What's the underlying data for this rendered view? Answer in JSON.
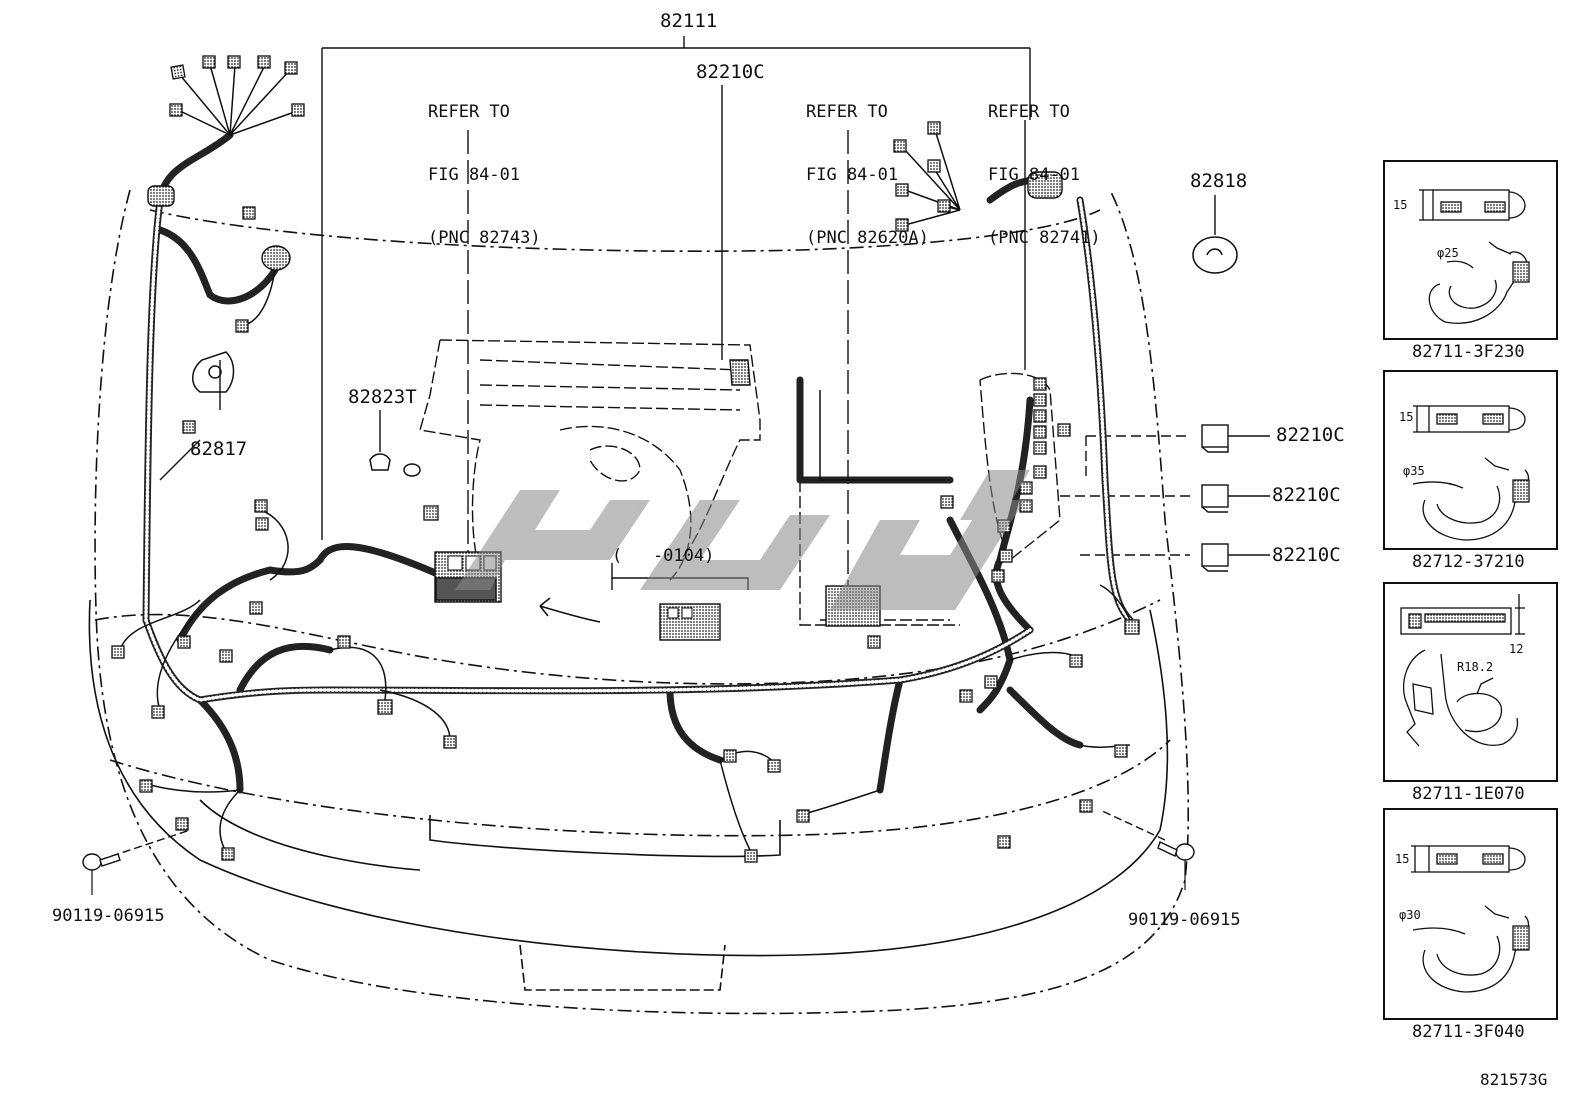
{
  "diagram": {
    "top_part": "82111",
    "drawing_id": "821573G",
    "refs": [
      {
        "lines": [
          "REFER TO",
          "FIG 84-01",
          "(PNC 82743)"
        ]
      },
      {
        "lines": [
          "REFER TO",
          "FIG 84-01",
          "(PNC 82620A)"
        ]
      },
      {
        "lines": [
          "REFER TO",
          "FIG 84-01",
          "(PNC 82741)"
        ]
      }
    ],
    "parts": {
      "p82210c_top": "82210C",
      "p82818": "82818",
      "p82823t": "82823T",
      "p82817": "82817",
      "p82210c_r1": "82210C",
      "p82210c_r2": "82210C",
      "p82210c_r3": "82210C",
      "serial_range": "(   -0104)",
      "bolt_left": "90119-06915",
      "bolt_right": "90119-06915"
    },
    "clamps": [
      {
        "part": "82711-3F230",
        "dim_a": "15",
        "dim_b": "φ25"
      },
      {
        "part": "82712-37210",
        "dim_a": "15",
        "dim_b": "φ35"
      },
      {
        "part": "82711-1E070",
        "dim_a": "12",
        "dim_b": "R18.2"
      },
      {
        "part": "82711-3F040",
        "dim_a": "15",
        "dim_b": "φ30"
      }
    ]
  }
}
